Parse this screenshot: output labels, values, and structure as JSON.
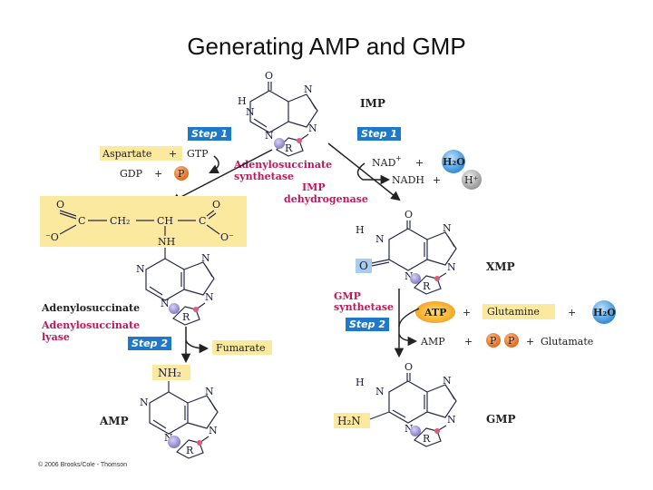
{
  "title": "Generating AMP and GMP",
  "compounds": {
    "imp": "IMP",
    "xmp": "XMP",
    "adenylosuccinate": "Adenylosuccinate",
    "amp": "AMP",
    "gmp": "GMP"
  },
  "steps": {
    "left_step1": "Step 1",
    "right_step1": "Step 1",
    "left_step2": "Step 2",
    "right_step2": "Step 2"
  },
  "enzymes": {
    "adenylosuccinate_synthetase_line1": "Adenylosuccinate",
    "adenylosuccinate_synthetase_line2": "synthetase",
    "imp_dehydrogenase_line1": "IMP",
    "imp_dehydrogenase_line2": "dehydrogenase",
    "adenylosuccinate_lyase_line1": "Adenylosuccinate",
    "adenylosuccinate_lyase_line2": "lyase",
    "gmp_synthetase_line1": "GMP",
    "gmp_synthetase_line2": "synthetase"
  },
  "reagents": {
    "aspartate": "Aspartate",
    "gtp": "GTP",
    "gdp": "GDP",
    "p": "P",
    "nad": "NAD",
    "nadh": "NADH",
    "h2o": "H₂O",
    "h_plus": "H⁺",
    "fumarate": "Fumarate",
    "atp": "ATP",
    "glutamine": "Glutamine",
    "amp_product": "AMP",
    "glutamate": "Glutamate",
    "plus": "+"
  },
  "atoms": {
    "o": "O",
    "n": "N",
    "h": "H",
    "r": "R",
    "nh": "NH",
    "nh2": "NH₂",
    "h2n": "H₂N",
    "minus_o": "⁻O",
    "o_minus": "O⁻",
    "c": "C",
    "ch2": "CH₂",
    "ch": "CH"
  },
  "copyright": "© 2006 Brooks/Cole - Thomson",
  "colors": {
    "step_box": "#1f78c8",
    "highlight_yellow": "#fbe9a0",
    "highlight_blue": "#a9cdea",
    "enzyme_text": "#c0185a",
    "phosphate_orange": "#f28a3c",
    "ribose_purple": "#a8a0dc"
  }
}
